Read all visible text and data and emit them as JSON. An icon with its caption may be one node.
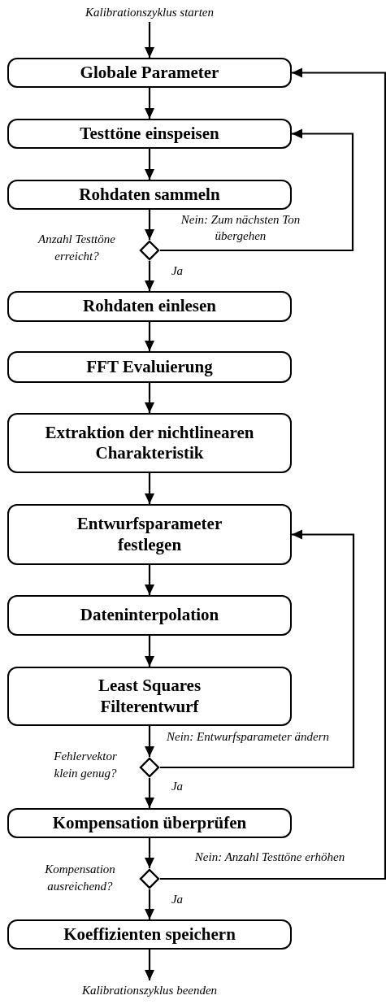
{
  "diagram": {
    "nodes": [
      {
        "text": [
          "Kalibrationszyklus starten"
        ]
      },
      {
        "text": [
          "Globale Parameter"
        ]
      },
      {
        "text": [
          "Testtöne einspeisen"
        ]
      },
      {
        "text": [
          "Rohdaten sammeln"
        ]
      },
      {
        "text": [],
        "shape": "diamond",
        "beside": [
          "Anzahl Testtöne erreicht?"
        ]
      },
      {
        "text": [
          "Rohdaten einlesen"
        ]
      },
      {
        "text": [
          "FFT Evaluierung"
        ]
      },
      {
        "text": [
          "Extraktion der nichtlinearen Charakteristik"
        ]
      },
      {
        "text": [
          "Entwurfsparameter festlegen"
        ]
      },
      {
        "text": [
          "Dateninterpolation"
        ]
      },
      {
        "text": [
          "Least Squares Filterentwurf"
        ]
      },
      {
        "text": [],
        "shape": "diamond",
        "beside": [
          "Fehlervektor klein genug?"
        ]
      },
      {
        "text": [
          "Kompensation überprüfen"
        ]
      },
      {
        "text": [],
        "shape": "diamond",
        "beside": [
          "Kompensation ausreichend?"
        ]
      },
      {
        "text": [
          "Koeffizienten speichern"
        ]
      },
      {
        "text": [
          "Kalibrationszyklus beenden"
        ]
      }
    ],
    "edges": [
      {
        "from": 0,
        "to": 1,
        "arrow": "to"
      },
      {
        "from": 1,
        "to": 2,
        "arrow": "to"
      },
      {
        "from": 2,
        "to": 3,
        "arrow": "to"
      },
      {
        "from": 3,
        "to": 4,
        "arrow": "to"
      },
      {
        "from": 4,
        "to": 5,
        "arrow": "to",
        "label": "Ja"
      },
      {
        "from": 4,
        "to": 2,
        "arrow": "to",
        "label": "Nein: Zum nächsten Ton übergehen"
      },
      {
        "from": 5,
        "to": 6,
        "arrow": "to"
      },
      {
        "from": 6,
        "to": 7,
        "arrow": "to"
      },
      {
        "from": 7,
        "to": 8,
        "arrow": "to"
      },
      {
        "from": 8,
        "to": 9,
        "arrow": "to"
      },
      {
        "from": 9,
        "to": 10,
        "arrow": "to"
      },
      {
        "from": 10,
        "to": 11,
        "arrow": "to"
      },
      {
        "from": 11,
        "to": 12,
        "arrow": "to",
        "label": "Ja"
      },
      {
        "from": 11,
        "to": 8,
        "arrow": "to",
        "label": "Nein: Entwurfsparameter ändern"
      },
      {
        "from": 12,
        "to": 13,
        "arrow": "to"
      },
      {
        "from": 13,
        "to": 14,
        "arrow": "to",
        "label": "Ja"
      },
      {
        "from": 13,
        "to": 1,
        "arrow": "to",
        "label": "Nein: Anzahl Testtöne erhöhen"
      },
      {
        "from": 14,
        "to": 15,
        "arrow": "to"
      }
    ]
  }
}
